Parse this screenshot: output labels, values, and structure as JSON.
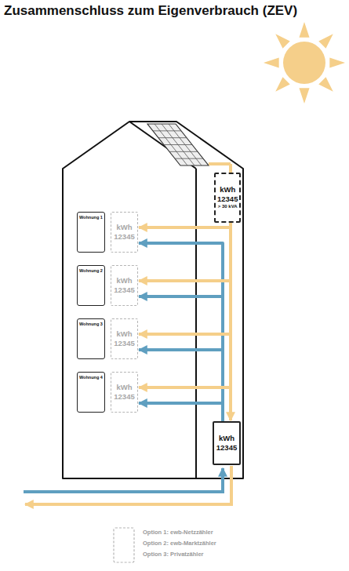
{
  "diagram": {
    "title": "Zusammenschluss zum Eigenverbrauch (ZEV)",
    "nodes": [
      {
        "text": [
          "kWh",
          "12345",
          "> 30 kVA"
        ]
      },
      {
        "text": [
          "Wohnung 1"
        ]
      },
      {
        "text": [
          "kWh",
          "12345"
        ]
      },
      {
        "text": [
          "Wohnung 2"
        ]
      },
      {
        "text": [
          "kWh",
          "12345"
        ]
      },
      {
        "text": [
          "Wohnung 3"
        ]
      },
      {
        "text": [
          "kWh",
          "12345"
        ]
      },
      {
        "text": [
          "Wohnung 4"
        ]
      },
      {
        "text": [
          "kWh",
          "12345"
        ]
      },
      {
        "text": [
          "kWh",
          "12345"
        ]
      }
    ],
    "edges": [
      {
        "from": 0,
        "to": 2,
        "arrow": "to"
      },
      {
        "from": 9,
        "to": 2,
        "arrow": "to"
      },
      {
        "from": 0,
        "to": 4,
        "arrow": "to"
      },
      {
        "from": 9,
        "to": 4,
        "arrow": "to"
      },
      {
        "from": 0,
        "to": 6,
        "arrow": "to"
      },
      {
        "from": 9,
        "to": 6,
        "arrow": "to"
      },
      {
        "from": 0,
        "to": 8,
        "arrow": "to"
      },
      {
        "from": 9,
        "to": 8,
        "arrow": "to"
      },
      {
        "from": 0,
        "to": 9,
        "arrow": "to"
      }
    ],
    "legend": [
      {
        "text": "Option 1: ewb-Netzzähler"
      },
      {
        "text": "Option 2: ewb-Marktzähler"
      },
      {
        "text": "Option 3: Privatzähler"
      }
    ]
  }
}
